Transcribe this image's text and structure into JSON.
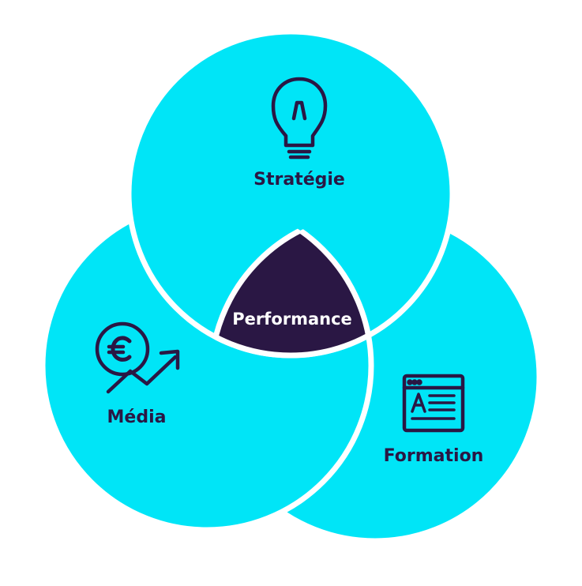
{
  "colors": {
    "circle_fill": "#00e5f7",
    "outline": "#ffffff",
    "center_fill": "#2a1744",
    "label_text": "#2a1744",
    "center_text": "#ffffff"
  },
  "diagram": {
    "center_label": "Performance",
    "circles": [
      {
        "id": "strategie",
        "label": "Stratégie",
        "icon": "lightbulb-icon"
      },
      {
        "id": "media",
        "label": "Média",
        "icon": "euro-growth-icon"
      },
      {
        "id": "formation",
        "label": "Formation",
        "icon": "document-text-icon"
      }
    ]
  }
}
